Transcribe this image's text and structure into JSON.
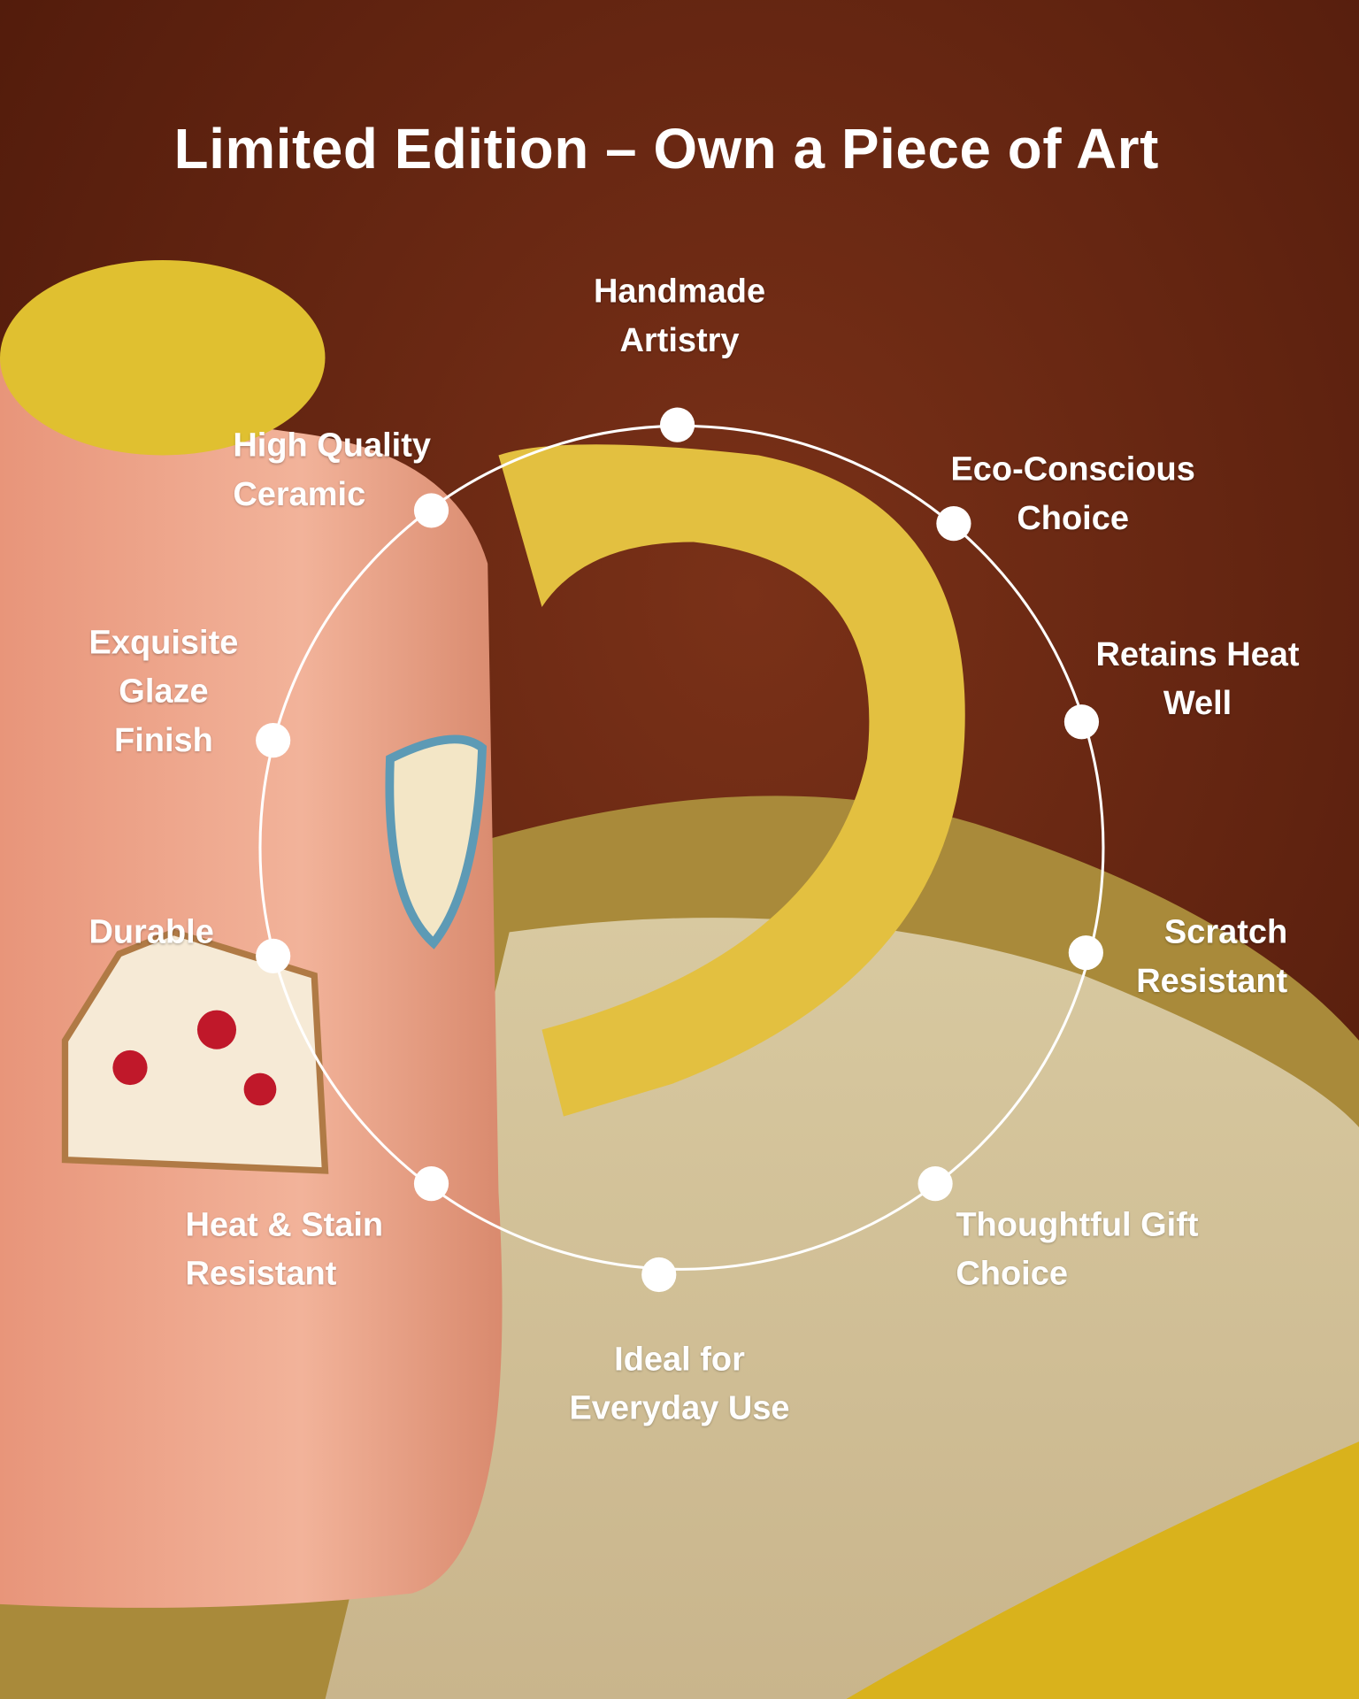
{
  "title": "Limited Edition – Own a Piece of Art",
  "features": [
    {
      "lines": [
        "Handmade",
        "Artistry"
      ]
    },
    {
      "lines": [
        "Eco-Conscious",
        "Choice"
      ]
    },
    {
      "lines": [
        "Retains Heat",
        "Well"
      ]
    },
    {
      "lines": [
        "Scratch",
        "Resistant"
      ]
    },
    {
      "lines": [
        "Thoughtful Gift",
        "Choice"
      ]
    },
    {
      "lines": [
        "Ideal for",
        "Everyday Use"
      ]
    },
    {
      "lines": [
        "Heat & Stain",
        "Resistant"
      ]
    },
    {
      "lines": [
        "Durable"
      ]
    },
    {
      "lines": [
        "Exquisite",
        "Glaze",
        "Finish"
      ]
    },
    {
      "lines": [
        "High Quality",
        "Ceramic"
      ]
    }
  ],
  "colors": {
    "background": "#6b2812",
    "mug": "#f0a98c",
    "accent": "#e8c53a",
    "ring": "#ffffff"
  }
}
